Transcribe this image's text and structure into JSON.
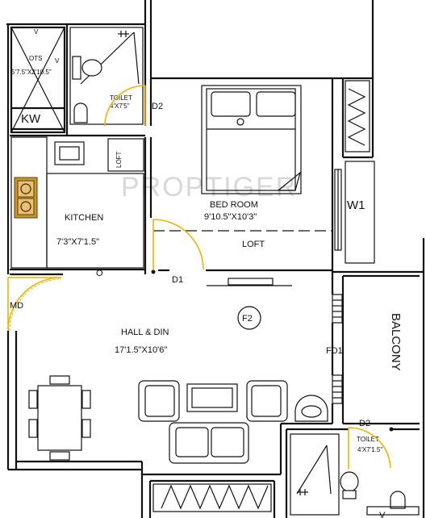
{
  "plan": {
    "watermark": "PROPTIGER",
    "unit_badge": "F2",
    "rooms": {
      "ots": {
        "name": "OTS",
        "size": "5'7.5\"X2'10.5\""
      },
      "kw": {
        "name": "KW"
      },
      "toilet_top": {
        "name": "TOILET",
        "size": "4'X7'5\""
      },
      "bedroom": {
        "name": "BED ROOM",
        "size": "9'10.5\"X10'3\""
      },
      "loft": {
        "name": "LOFT"
      },
      "kitchen": {
        "name": "KITCHEN",
        "size": "7'3\"X7'1.5\""
      },
      "loft_kitchen": {
        "name": "LOFT"
      },
      "hall": {
        "name": "HALL & DIN",
        "size": "17'1.5\"X10'6\""
      },
      "balcony": {
        "name": "BALCONY"
      },
      "toilet_bottom": {
        "name": "TOILET",
        "size": "4'X7'1.5\""
      }
    },
    "openings": {
      "d2_top": "D2",
      "d2_bottom": "D2",
      "d1": "D1",
      "md": "MD",
      "fd1": "FD1",
      "w1": "W1",
      "o": "O",
      "v_ots_top": "V",
      "v_ots_right": "V",
      "v_bottom": "V"
    }
  }
}
